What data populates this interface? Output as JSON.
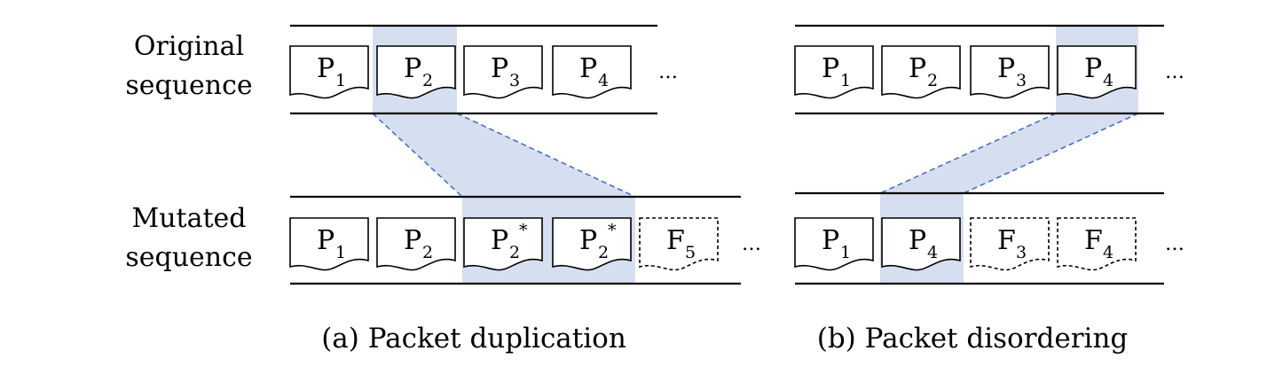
{
  "labels": {
    "original_line1": "Original",
    "original_line2": "sequence",
    "mutated_line1": "Mutated",
    "mutated_line2": "sequence"
  },
  "captions": {
    "a": "(a) Packet duplication",
    "b": "(b) Packet disordering"
  },
  "ellipsis": "…",
  "colors": {
    "highlight": "#d6dff0",
    "dashed_line": "#4472c4",
    "stroke": "#000000"
  },
  "panels": [
    {
      "id": "a",
      "original": [
        {
          "letter": "P",
          "sub": "1",
          "sup": "",
          "style": "solid",
          "highlighted": false
        },
        {
          "letter": "P",
          "sub": "2",
          "sup": "",
          "style": "solid",
          "highlighted": true
        },
        {
          "letter": "P",
          "sub": "3",
          "sup": "",
          "style": "solid",
          "highlighted": false
        },
        {
          "letter": "P",
          "sub": "4",
          "sup": "",
          "style": "solid",
          "highlighted": false
        }
      ],
      "mutated": [
        {
          "letter": "P",
          "sub": "1",
          "sup": "",
          "style": "solid",
          "highlighted": false
        },
        {
          "letter": "P",
          "sub": "2",
          "sup": "",
          "style": "solid",
          "highlighted": false
        },
        {
          "letter": "P",
          "sub": "2",
          "sup": "*",
          "style": "solid",
          "highlighted": true
        },
        {
          "letter": "P",
          "sub": "2",
          "sup": "*",
          "style": "solid",
          "highlighted": true
        },
        {
          "letter": "F",
          "sub": "5",
          "sup": "",
          "style": "dashed",
          "highlighted": false
        }
      ]
    },
    {
      "id": "b",
      "original": [
        {
          "letter": "P",
          "sub": "1",
          "sup": "",
          "style": "solid",
          "highlighted": false
        },
        {
          "letter": "P",
          "sub": "2",
          "sup": "",
          "style": "solid",
          "highlighted": false
        },
        {
          "letter": "P",
          "sub": "3",
          "sup": "",
          "style": "solid",
          "highlighted": false
        },
        {
          "letter": "P",
          "sub": "4",
          "sup": "",
          "style": "solid",
          "highlighted": true
        }
      ],
      "mutated": [
        {
          "letter": "P",
          "sub": "1",
          "sup": "",
          "style": "solid",
          "highlighted": false
        },
        {
          "letter": "P",
          "sub": "4",
          "sup": "",
          "style": "solid",
          "highlighted": true
        },
        {
          "letter": "F",
          "sub": "3",
          "sup": "",
          "style": "dashed",
          "highlighted": false
        },
        {
          "letter": "F",
          "sub": "4",
          "sup": "",
          "style": "dashed",
          "highlighted": false
        }
      ]
    }
  ]
}
